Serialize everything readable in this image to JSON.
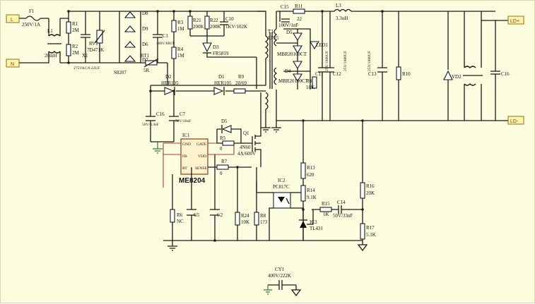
{
  "terminals": {
    "L": "L",
    "N": "N",
    "out_pos": "LD+",
    "out_neg": "LD-"
  },
  "fuse": {
    "ref": "F1",
    "value": "250V/1A"
  },
  "cmc": {
    "ref": "L1",
    "value": "20mH"
  },
  "r1": {
    "ref": "R1",
    "value": "2M"
  },
  "r2": {
    "ref": "R2",
    "value": "2M"
  },
  "x1": {
    "ref": "X1",
    "value": "275VAC/0.22UF"
  },
  "rv1": {
    "ref": "RV1",
    "value": "7D471K"
  },
  "diodes_bridge": {
    "d8": "D8",
    "d9": "D9",
    "d6": "D6",
    "d7": "D7",
    "part": "S8207"
  },
  "ntc": {
    "ref": "RT1",
    "value": "5R"
  },
  "c1": {
    "ref": "C1",
    "value": "400V/68UF"
  },
  "r3": {
    "ref": "R3",
    "value": "1M"
  },
  "r4": {
    "ref": "R4",
    "value": "1M"
  },
  "r21": {
    "ref": "R21",
    "value": "200K"
  },
  "r22": {
    "ref": "R22",
    "value": "200K"
  },
  "c10": {
    "ref": "C10",
    "value": "1KV/102K"
  },
  "d3": {
    "ref": "D3",
    "value": "FR5819"
  },
  "t1": {
    "ref": "T1",
    "value": "EF25"
  },
  "c15": {
    "ref": "C15",
    "value": "100V/1nF"
  },
  "r11": {
    "ref": "R11",
    "value": "22"
  },
  "l3": {
    "ref": "L3",
    "value": "3.3uH"
  },
  "d5_top": {
    "ref": "D5",
    "value": "MBR20100CT"
  },
  "d4": {
    "ref": "D4",
    "value": "MBR20100CT"
  },
  "led1": {
    "ref": "LED1"
  },
  "r8": {
    "ref": "R8",
    "value": "10K"
  },
  "c11": {
    "ref": "C11",
    "value": "25V/1000UF"
  },
  "c12": {
    "ref": "C12",
    "value": "25V/1000UF"
  },
  "c13": {
    "ref": "C13",
    "value": "25V/1000UF"
  },
  "r10": {
    "ref": "R10"
  },
  "vd2": {
    "ref": "VD2"
  },
  "c16": {
    "ref": "C16"
  },
  "d2": {
    "ref": "D2",
    "value": "HER105"
  },
  "d1": {
    "ref": "D1",
    "value": "HER105"
  },
  "r9": {
    "ref": "R9",
    "value": "20/69"
  },
  "c16b": {
    "ref": "C16",
    "value": "50V/3.3uF"
  },
  "c7": {
    "ref": "C7",
    "value": "50V/10uF"
  },
  "ic1": {
    "ref": "IC1",
    "name": "ME8204",
    "pins": {
      "gnd": "GND",
      "gate": "GATE",
      "fb": "FB",
      "vdd": "VDD",
      "rt": "RT",
      "sense": "SENSE"
    }
  },
  "d5b": {
    "ref": "D5"
  },
  "r5": {
    "ref": "R5",
    "value": "0"
  },
  "r7": {
    "ref": "R7",
    "value": "0"
  },
  "q1": {
    "ref": "Q1",
    "value1": "4N60",
    "value2": "4A/600V"
  },
  "r6": {
    "ref": "R6",
    "value": "NC"
  },
  "c5": {
    "ref": "C5"
  },
  "c2": {
    "ref": "C2"
  },
  "r24": {
    "ref": "R24",
    "value": "10K"
  },
  "r8b": {
    "ref": "R8",
    "value": "1?3"
  },
  "ic2": {
    "ref": "IC2",
    "value": "PC817C"
  },
  "r13": {
    "ref": "R13",
    "value": "620"
  },
  "r14": {
    "ref": "R14",
    "value": "9.1K"
  },
  "r15": {
    "ref": "R15",
    "value": "1K"
  },
  "c14": {
    "ref": "C14",
    "value": "50V/33nF"
  },
  "ic3": {
    "ref": "IC3",
    "value": "TL431"
  },
  "r16": {
    "ref": "R16",
    "value": "20K"
  },
  "r17": {
    "ref": "R17",
    "value": "5.1K"
  },
  "cy1": {
    "ref": "CY1",
    "value": "400V/222K"
  }
}
